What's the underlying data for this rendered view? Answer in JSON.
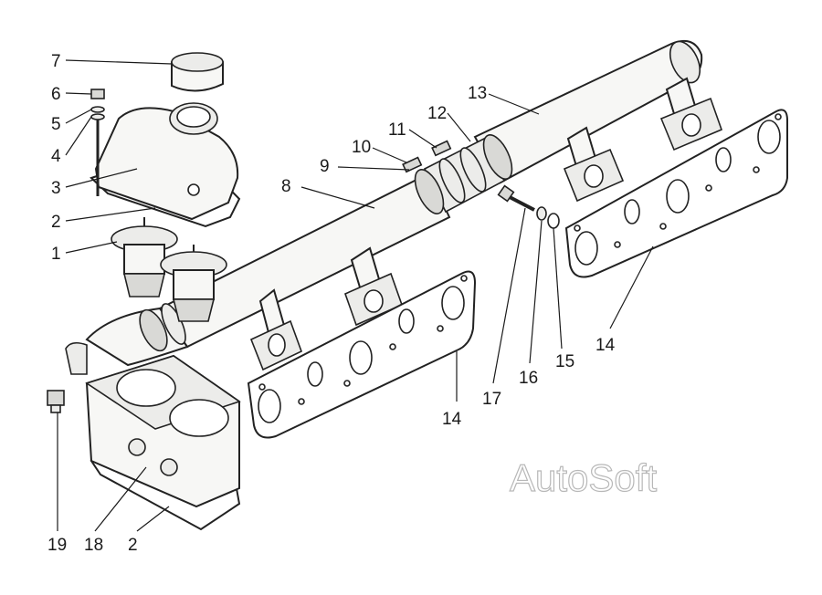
{
  "labels": {
    "l1": "1",
    "l2a": "2",
    "l2b": "2",
    "l3": "3",
    "l4": "4",
    "l5": "5",
    "l6": "6",
    "l7": "7",
    "l8": "8",
    "l9": "9",
    "l10": "10",
    "l11": "11",
    "l12": "12",
    "l13": "13",
    "l14a": "14",
    "l14b": "14",
    "l15": "15",
    "l16": "16",
    "l17": "17",
    "l18": "18",
    "l19": "19"
  },
  "watermark": "AutoSoft"
}
